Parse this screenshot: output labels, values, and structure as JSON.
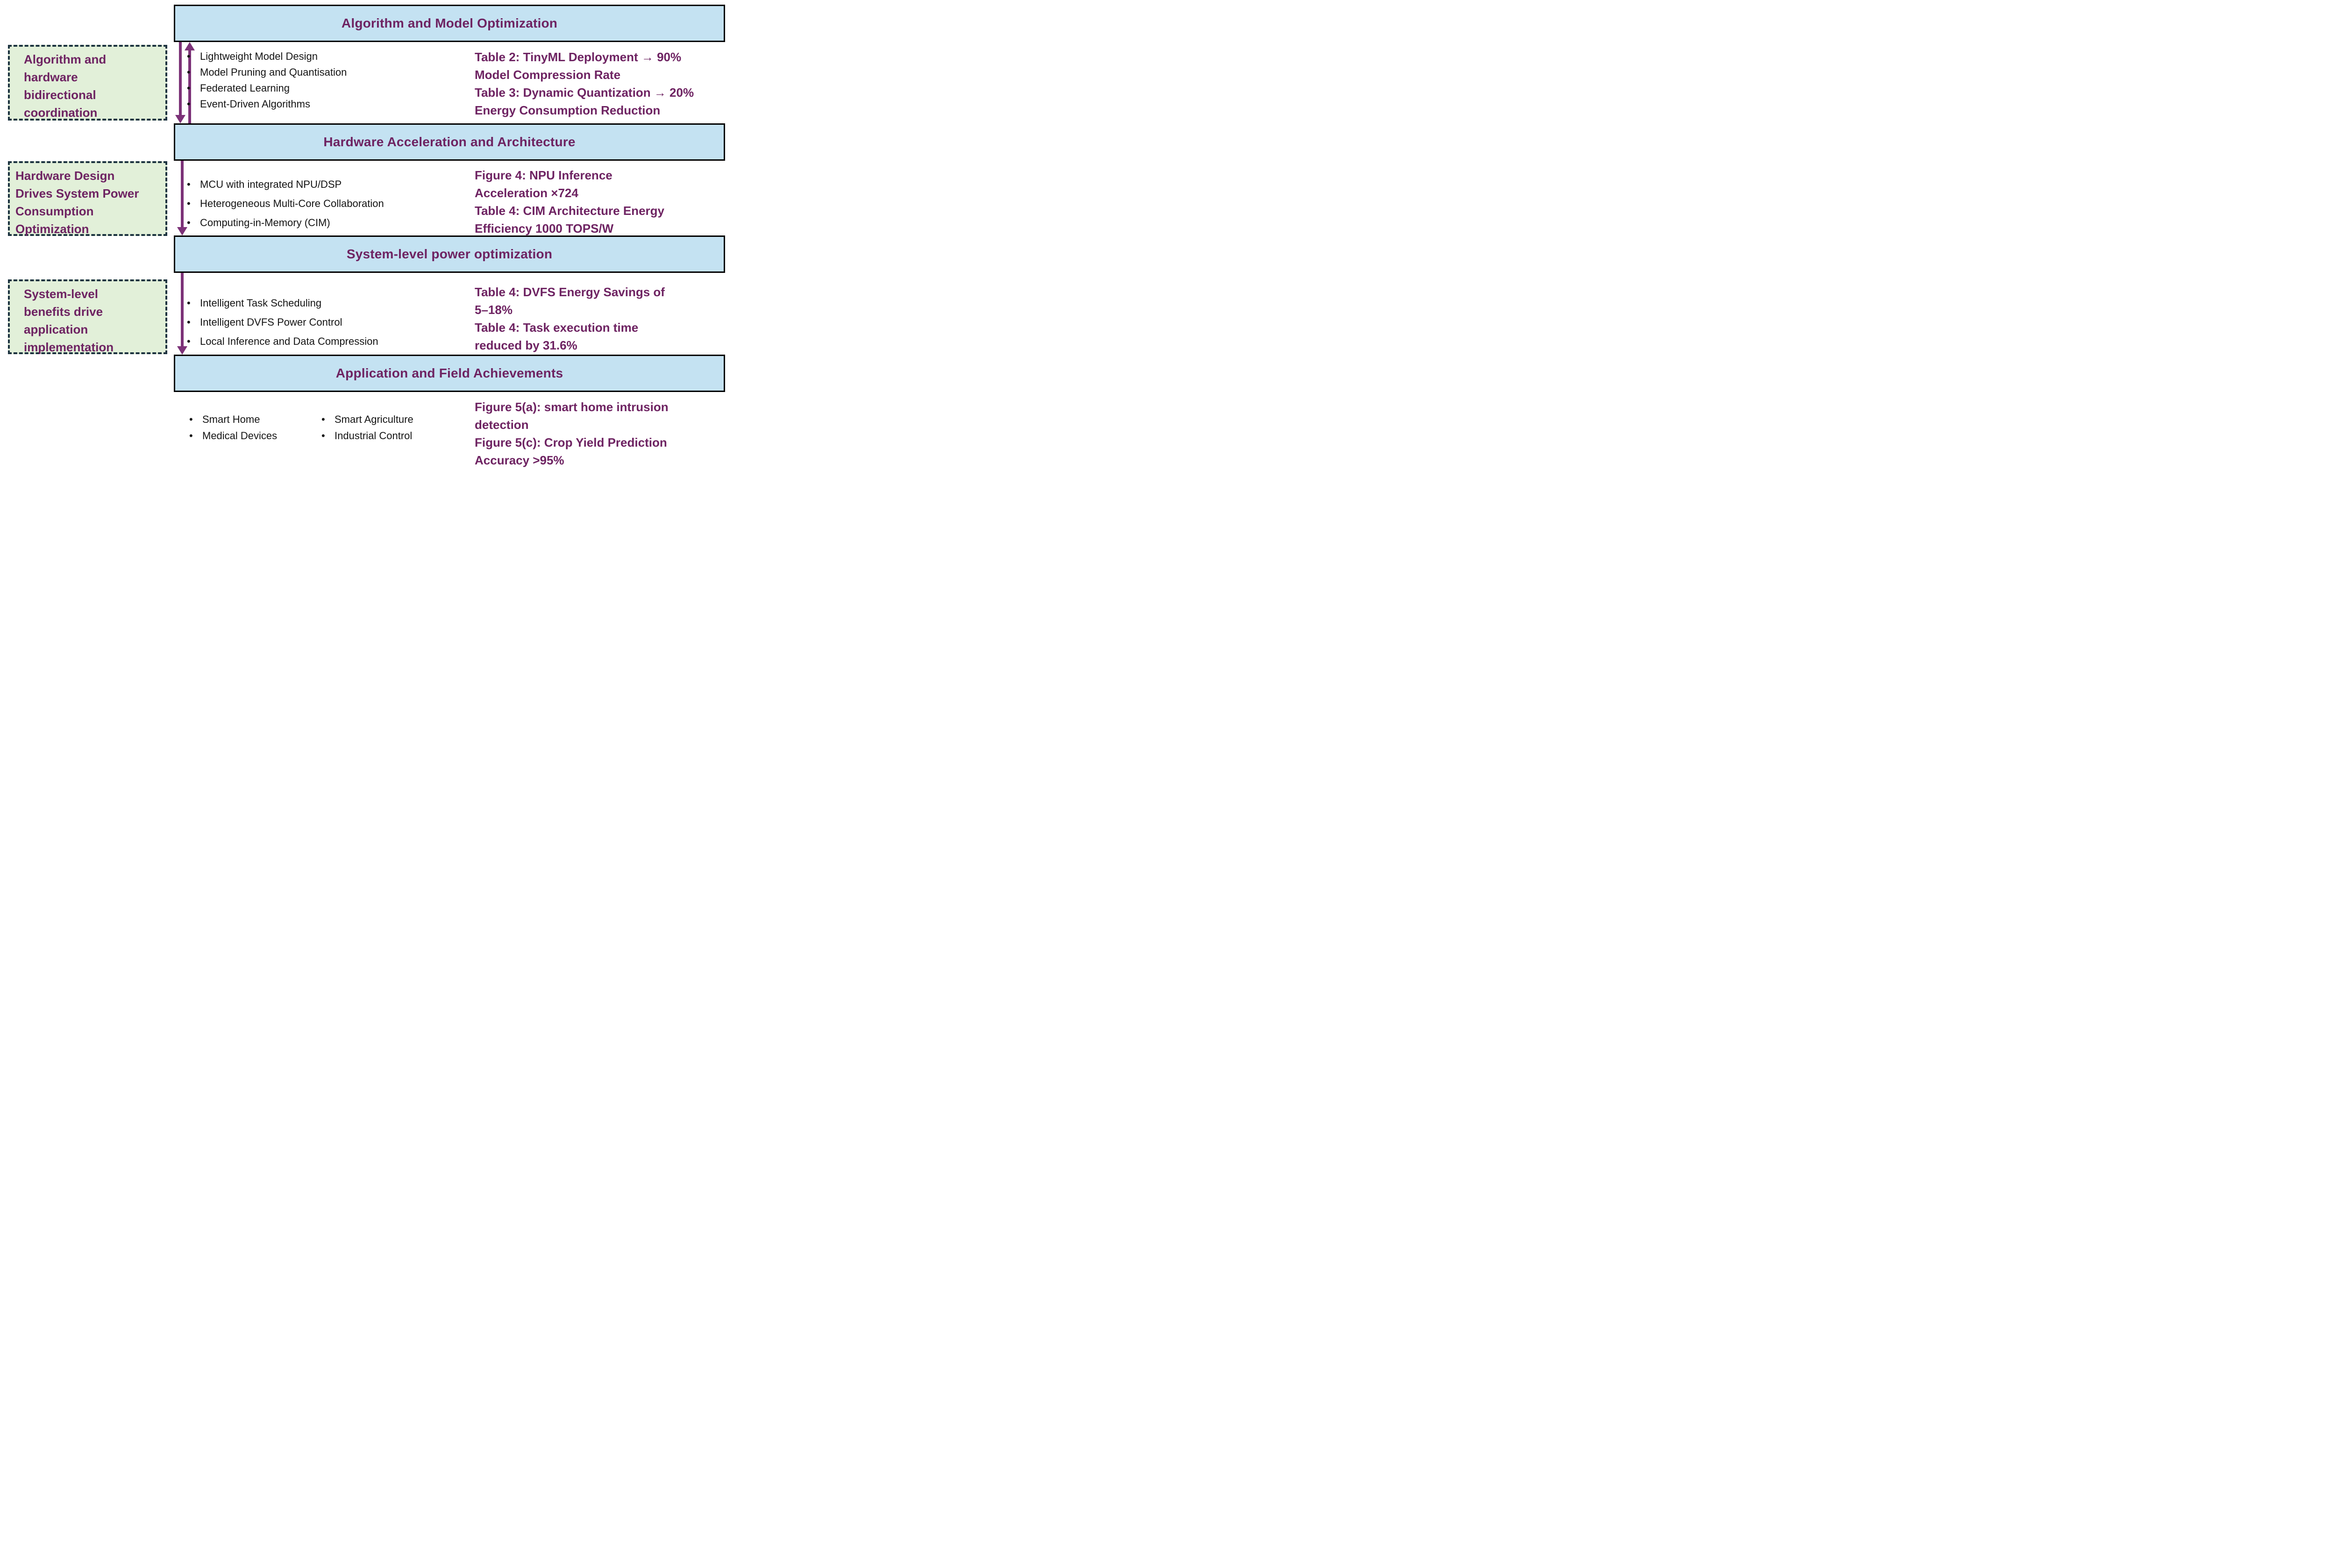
{
  "palette": {
    "background": "#FFFFFF",
    "banner_fill": "#C4E2F2",
    "banner_border": "#000000",
    "title_text": "#6E2362",
    "side_box_fill": "#E2F0D9",
    "side_box_border": "#1C3340",
    "side_box_text": "#6E2362",
    "body_text": "#141414",
    "highlight_text": "#6E2362",
    "arrow": "#7C3278"
  },
  "ui": {
    "bullet_glyph": "•"
  },
  "sections": [
    {
      "banner": "Algorithm and Model Optimization",
      "side_label_lines": [
        "Algorithm and",
        "hardware",
        "bidirectional",
        "coordination"
      ],
      "bullets": [
        "Lightweight Model Design",
        "Model Pruning and Quantisation",
        "Federated Learning",
        "Event-Driven Algorithms"
      ],
      "highlight_lines": [
        "Table 2: TinyML Deployment → 90%",
        "Model Compression Rate",
        "Table 3: Dynamic Quantization → 20%",
        "Energy Consumption Reduction"
      ]
    },
    {
      "banner": "Hardware Acceleration and Architecture",
      "side_label_lines": [
        "Hardware Design",
        "Drives System Power",
        "Consumption",
        "Optimization"
      ],
      "bullets": [
        "MCU with integrated NPU/DSP",
        "Heterogeneous Multi-Core Collaboration",
        "Computing-in-Memory (CIM)"
      ],
      "highlight_lines": [
        "Figure 4: NPU Inference",
        "Acceleration ×724",
        "Table 4: CIM Architecture Energy",
        "Efficiency 1000 TOPS/W"
      ]
    },
    {
      "banner": "System-level power optimization",
      "side_label_lines": [
        "System-level",
        "benefits drive",
        "application",
        "implementation"
      ],
      "bullets": [
        "Intelligent Task Scheduling",
        "Intelligent DVFS Power Control",
        "Local Inference and Data Compression"
      ],
      "highlight_lines": [
        "Table 4: DVFS Energy Savings of",
        "5–18%",
        "Table 4: Task execution time",
        "reduced by 31.6%"
      ]
    },
    {
      "banner": "Application and Field Achievements",
      "bullets_col1": [
        "Smart Home",
        "Medical Devices"
      ],
      "bullets_col2": [
        "Smart Agriculture",
        "Industrial Control"
      ],
      "highlight_lines": [
        "Figure 5(a): smart home intrusion",
        "detection",
        "Figure 5(c): Crop Yield Prediction",
        "Accuracy >95%"
      ]
    }
  ]
}
